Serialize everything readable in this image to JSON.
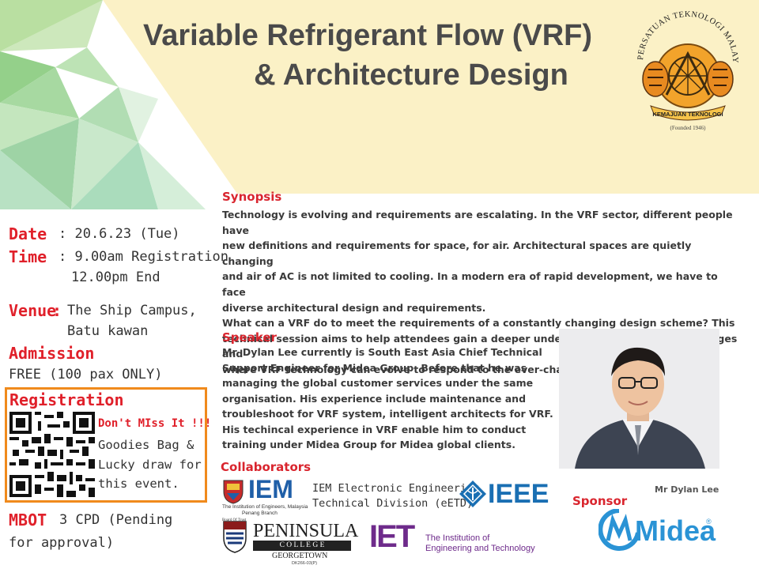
{
  "title": {
    "line1": "Variable Refrigerant Flow (VRF)",
    "line2": "& Architecture Design"
  },
  "ptm_logo": {
    "arc_text": "PERSATUAN TEKNOLOGI MALAYSIA",
    "ribbon_text": "KEMAJUAN TEKNOLOGI",
    "founded": "(Founded 1946)"
  },
  "event": {
    "date_label": "Date",
    "date_value": ": 20.6.23 (Tue)",
    "time_label": "Time",
    "time_value": ": 9.00am Registration",
    "time_value2": "12.00pm End",
    "venue_label": "Venue",
    "venue_colon": ":",
    "venue_line1": "The Ship Campus,",
    "venue_line2": "Batu kawan",
    "admission_label": "Admission",
    "admission_value": "FREE (100 pax ONLY)",
    "registration_label": "Registration",
    "promo_line1": "Don't MIss It !!!",
    "promo_line2": "Goodies Bag &",
    "promo_line3": "Lucky draw for",
    "promo_line4": "this event.",
    "mbot_label": "MBOT",
    "mbot_value": "3 CPD (Pending",
    "mbot_value2": "for approval)"
  },
  "synopsis": {
    "heading": "Synopsis",
    "lines": [
      "Technology is evolving and requirements are escalating. In the VRF sector, different people have",
      "new definitions and requirements for space, for air. Architectural spaces are quietly changing",
      "and air of AC is not limited to cooling. In a modern era of rapid development, we have to face",
      "diverse architectural design and requirements.",
      "What can a VRF do to meet the requirements of a constantly changing design scheme? This",
      "technical session aims to help attendees gain a deeper understanding of space, air changes and",
      "where VRF technology can evolve to respond to the ever-changing demands of design."
    ]
  },
  "speaker": {
    "heading": "Speaker",
    "lines": [
      "Mr. Dylan Lee currently is South East Asia Chief Technical",
      "Support Engineer for Midea Group. Before that he was",
      "managing the global customer services under the same",
      "organisation. His experience include maintenance and",
      "troubleshoot for VRF system, intelligent architects for VRF.",
      "His techincal experience in VRF enable him to conduct",
      "training under Midea Group for Midea global clients."
    ],
    "caption": "Mr Dylan Lee"
  },
  "collaborators": {
    "heading": "Collaborators",
    "iem_letters": "IEM",
    "iem_small1": "The Institution of Engineers, Malaysia",
    "iem_small2": "Penang Branch",
    "etd_line1": "IEM Electronic Engineering",
    "etd_line2": "Technical Division (eETD)",
    "ieee": "IEEE",
    "peninsula_top": "Board Of Trust",
    "peninsula_name": "PENINSULA",
    "peninsula_college": "C O L L E G E",
    "peninsula_city": "GEORGETOWN",
    "peninsula_code": "DK266-03(P)",
    "iet_letters": "IET",
    "iet_line1": "The Institution of",
    "iet_line2": "Engineering and Technology"
  },
  "sponsor": {
    "heading": "Sponsor",
    "brand": "Midea",
    "reg_mark": "®"
  },
  "colors": {
    "accent_red": "#e0202a",
    "heading_red": "#d9252e",
    "orange_box": "#f08a1c",
    "cream_bg": "#fbf1c6",
    "iem_blue": "#1f5fa8",
    "ieee_blue": "#1a6fb3",
    "iet_purple": "#6e2b8b",
    "midea_blue": "#2a93d5"
  }
}
